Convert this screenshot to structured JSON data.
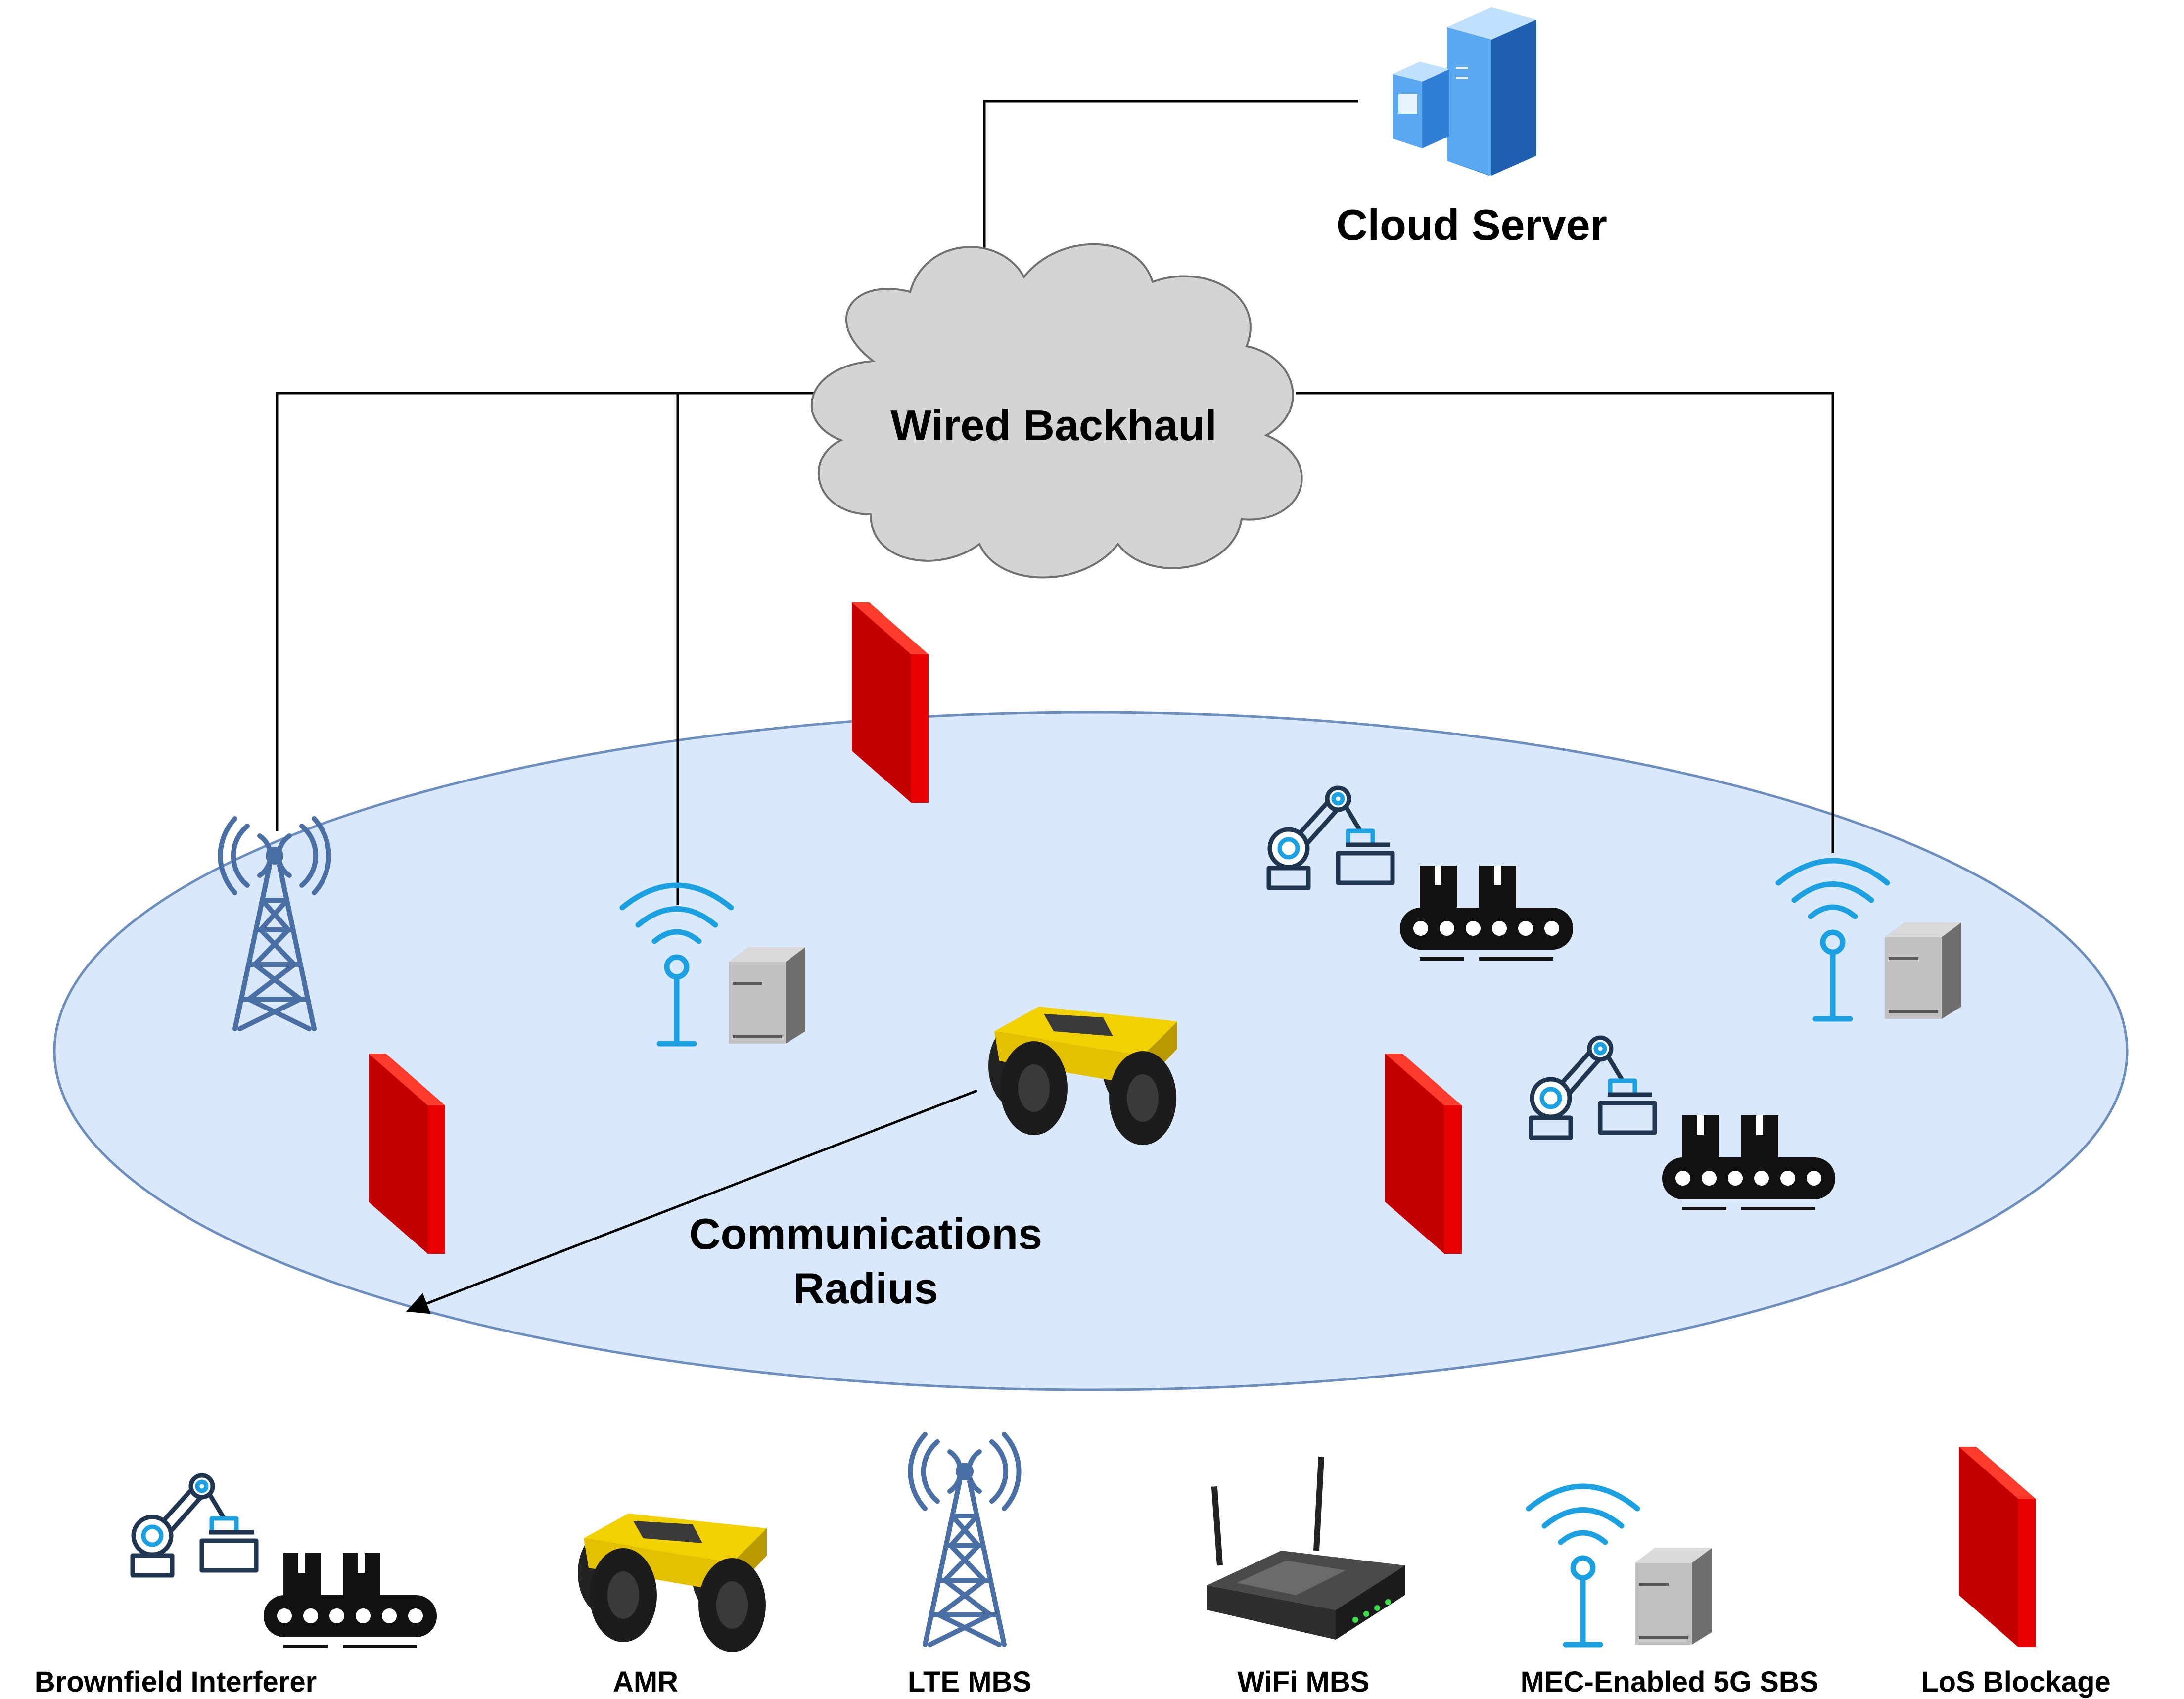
{
  "labels": {
    "cloud_server": "Cloud Server",
    "backhaul": "Wired Backhaul",
    "radius_line1": "Communications",
    "radius_line2": "Radius"
  },
  "legend": [
    {
      "label": "Brownfield Interferer",
      "icon": "robot-arm-conveyor-icon"
    },
    {
      "label": "AMR",
      "icon": "amr-robot-icon"
    },
    {
      "label": "LTE MBS",
      "icon": "cell-tower-icon"
    },
    {
      "label": "WiFi MBS",
      "icon": "wifi-router-icon"
    },
    {
      "label": "MEC-Enabled 5G SBS",
      "icon": "wifi-server-icon"
    },
    {
      "label": "LoS Blockage",
      "icon": "red-wall-icon"
    }
  ],
  "colors": {
    "area_fill": "#dae8fc",
    "area_stroke": "#6c8ebf",
    "cloud_fill": "#d4d4d4",
    "blockage": "#d60000",
    "wifi_blue": "#1ba1e2",
    "tower_blue": "#4a6fa5",
    "robot_yellow": "#f2d100",
    "server_blue": "#3f8de0"
  }
}
